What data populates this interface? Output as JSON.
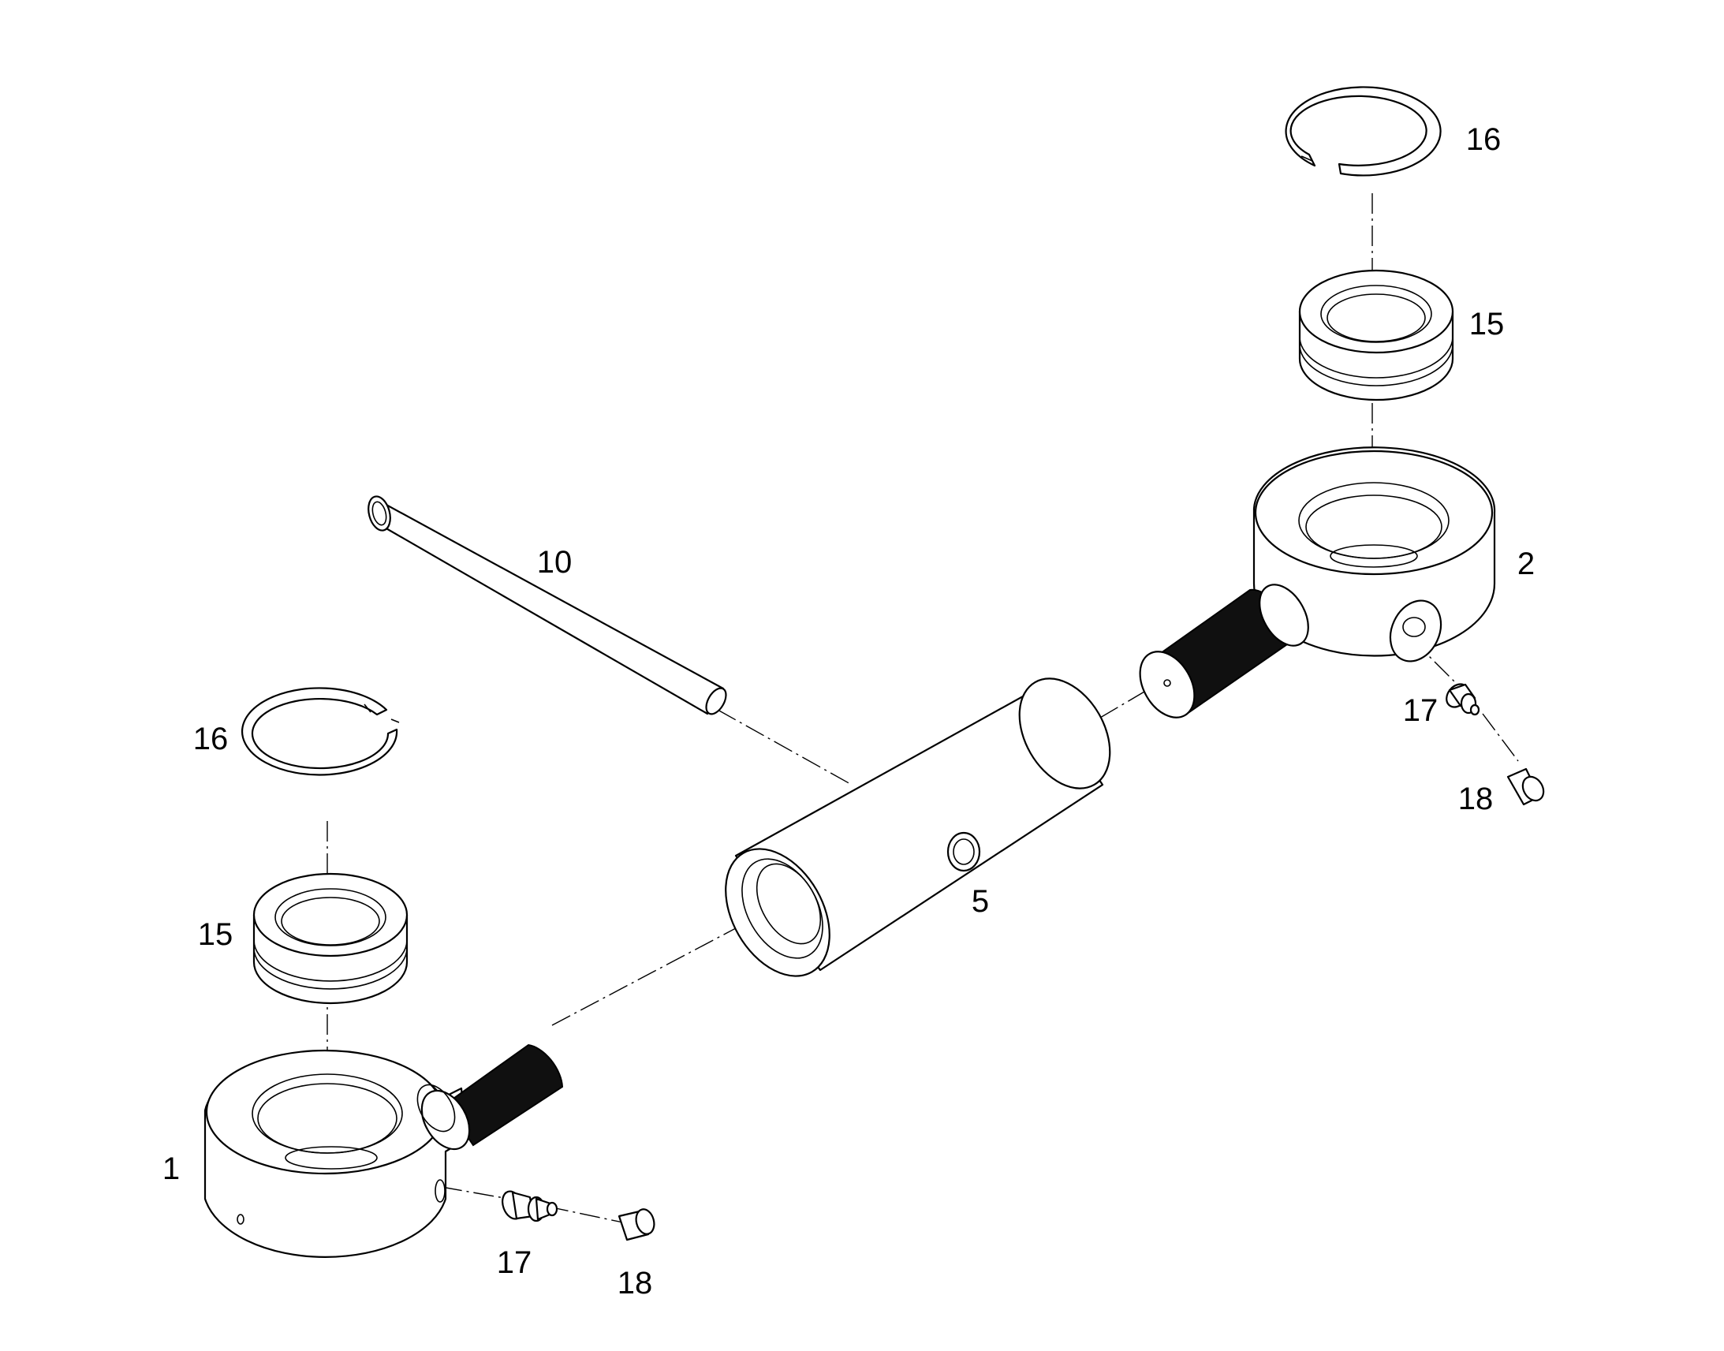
{
  "callouts": {
    "part_1": "1",
    "part_2": "2",
    "part_5": "5",
    "part_10": "10",
    "left_15": "15",
    "left_16": "16",
    "left_17": "17",
    "left_18": "18",
    "right_15": "15",
    "right_16": "16",
    "right_17": "17",
    "right_18": "18"
  }
}
